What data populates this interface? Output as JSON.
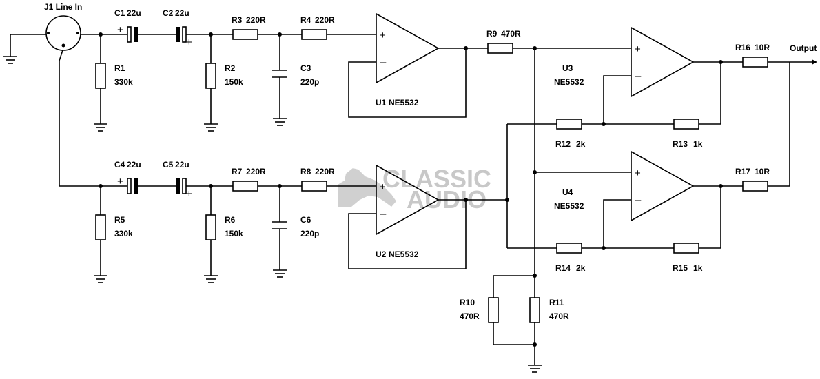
{
  "connector": {
    "label": "J1 Line In"
  },
  "output": {
    "label": "Output"
  },
  "watermark": {
    "line1": "CLASSIC",
    "line2": "AUDIO"
  },
  "components": {
    "C1": {
      "ref": "C1",
      "value": "22u"
    },
    "C2": {
      "ref": "C2",
      "value": "22u"
    },
    "C3": {
      "ref": "C3",
      "value": "220p"
    },
    "C4": {
      "ref": "C4",
      "value": "22u"
    },
    "C5": {
      "ref": "C5",
      "value": "22u"
    },
    "C6": {
      "ref": "C6",
      "value": "220p"
    },
    "R1": {
      "ref": "R1",
      "value": "330k"
    },
    "R2": {
      "ref": "R2",
      "value": "150k"
    },
    "R3": {
      "ref": "R3",
      "value": "220R"
    },
    "R4": {
      "ref": "R4",
      "value": "220R"
    },
    "R5": {
      "ref": "R5",
      "value": "330k"
    },
    "R6": {
      "ref": "R6",
      "value": "150k"
    },
    "R7": {
      "ref": "R7",
      "value": "220R"
    },
    "R8": {
      "ref": "R8",
      "value": "220R"
    },
    "R9": {
      "ref": "R9",
      "value": "470R"
    },
    "R10": {
      "ref": "R10",
      "value": "470R"
    },
    "R11": {
      "ref": "R11",
      "value": "470R"
    },
    "R12": {
      "ref": "R12",
      "value": "2k"
    },
    "R13": {
      "ref": "R13",
      "value": "1k"
    },
    "R14": {
      "ref": "R14",
      "value": "2k"
    },
    "R15": {
      "ref": "R15",
      "value": "1k"
    },
    "R16": {
      "ref": "R16",
      "value": "10R"
    },
    "R17": {
      "ref": "R17",
      "value": "10R"
    },
    "U1": {
      "ref": "U1",
      "value": "NE5532"
    },
    "U2": {
      "ref": "U2",
      "value": "NE5532"
    },
    "U3": {
      "ref": "U3",
      "value": "NE5532"
    },
    "U4": {
      "ref": "U4",
      "value": "NE5532"
    }
  }
}
